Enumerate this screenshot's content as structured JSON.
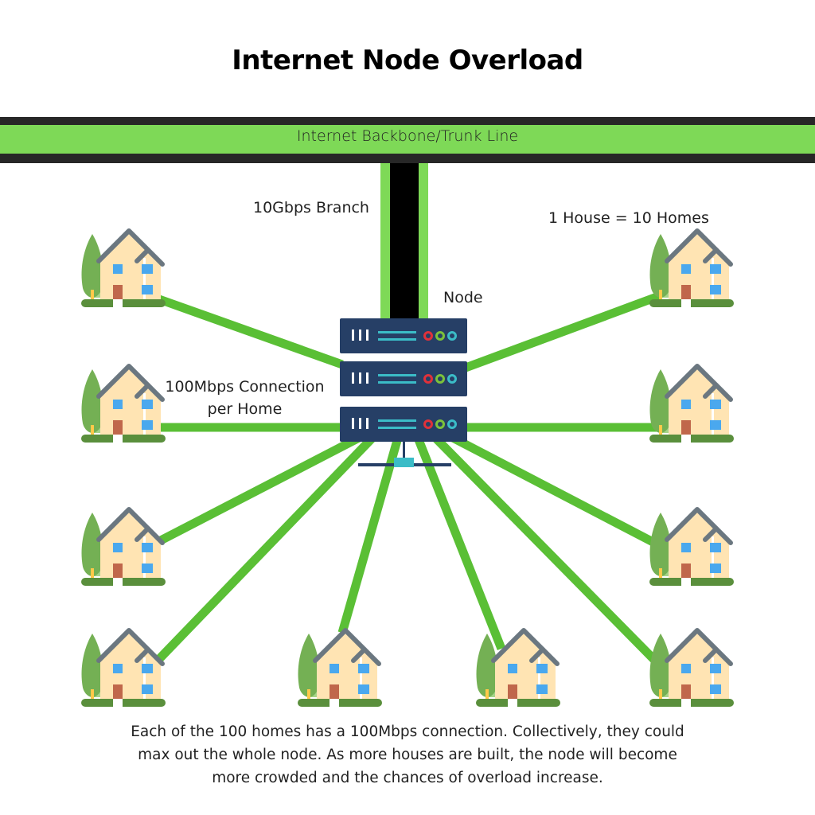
{
  "title": "Internet Node Overload",
  "backbone": {
    "label": "Internet Backbone/Trunk Line"
  },
  "branch": {
    "label": "10Gbps Branch"
  },
  "node": {
    "label": "Node",
    "server_units": 3
  },
  "connection": {
    "label_line1": "100Mbps Connection",
    "label_line2": "per Home"
  },
  "legend": {
    "house_equivalence": "1 House = 10 Homes"
  },
  "houses": {
    "count": 10,
    "positions": [
      "left-1",
      "left-2",
      "left-3",
      "left-4",
      "bottom-center-left",
      "bottom-center-right",
      "right-1",
      "right-2",
      "right-3",
      "right-4"
    ]
  },
  "caption": {
    "line1": "Each of the 100 homes has a 100Mbps connection. Collectively, they could",
    "line2": "max out the whole node. As more houses are built, the node will become",
    "line3": "more crowded and the chances of overload increase."
  },
  "colors": {
    "backbone_green": "#7ed957",
    "backbone_dark": "#272727",
    "connection_green": "#5abf35",
    "server_navy": "#263f66",
    "server_accent": "#3bbcc7",
    "led_red": "#e0313a",
    "led_green": "#7cc23a",
    "led_cyan": "#3bbcc7",
    "house_wall": "#ffe4b3",
    "house_roof": "#6b7780",
    "house_window": "#4aa8ee",
    "house_door": "#c0674b",
    "tree_dark": "#74b054",
    "tree_light": "#a6d488",
    "grass": "#5a8f3c"
  }
}
